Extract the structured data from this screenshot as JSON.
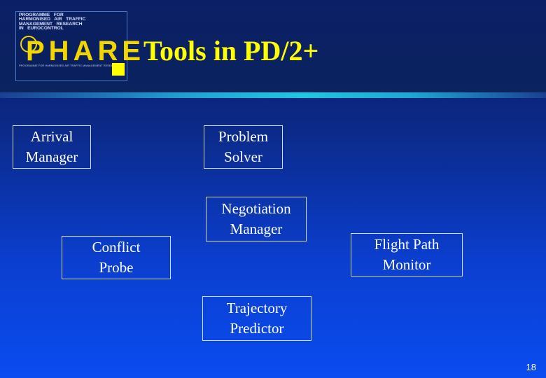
{
  "header": {
    "logo": {
      "top_text": "PROGRAMME   FOR\nHARMONISED   AIR   TRAFFIC\nMANAGEMENT   RESEARCH\nIN   EUROCONTROL",
      "wordmark": "PHARE",
      "bottom_text": "PROGRAMME FOR HARMONISED AIR TRAFFIC MANAGEMENT RESEARCH IN EUROCONTROL"
    },
    "title": "Tools in PD/2+"
  },
  "diagram": {
    "nodes": [
      {
        "id": "arrival-manager",
        "label": "Arrival\nManager"
      },
      {
        "id": "problem-solver",
        "label": "Problem\nSolver"
      },
      {
        "id": "negotiation-manager",
        "label": "Negotiation\nManager"
      },
      {
        "id": "conflict-probe",
        "label": "Conflict\nProbe"
      },
      {
        "id": "flight-path-monitor",
        "label": "Flight Path\nMonitor"
      },
      {
        "id": "trajectory-predictor",
        "label": "Trajectory\nPredictor"
      }
    ]
  },
  "footer": {
    "page_number": "18"
  },
  "colors": {
    "title": "#ffff00",
    "accent_square": "#ffff00",
    "logo_wordmark": "#f2d600",
    "node_border": "#d6dcf0"
  }
}
